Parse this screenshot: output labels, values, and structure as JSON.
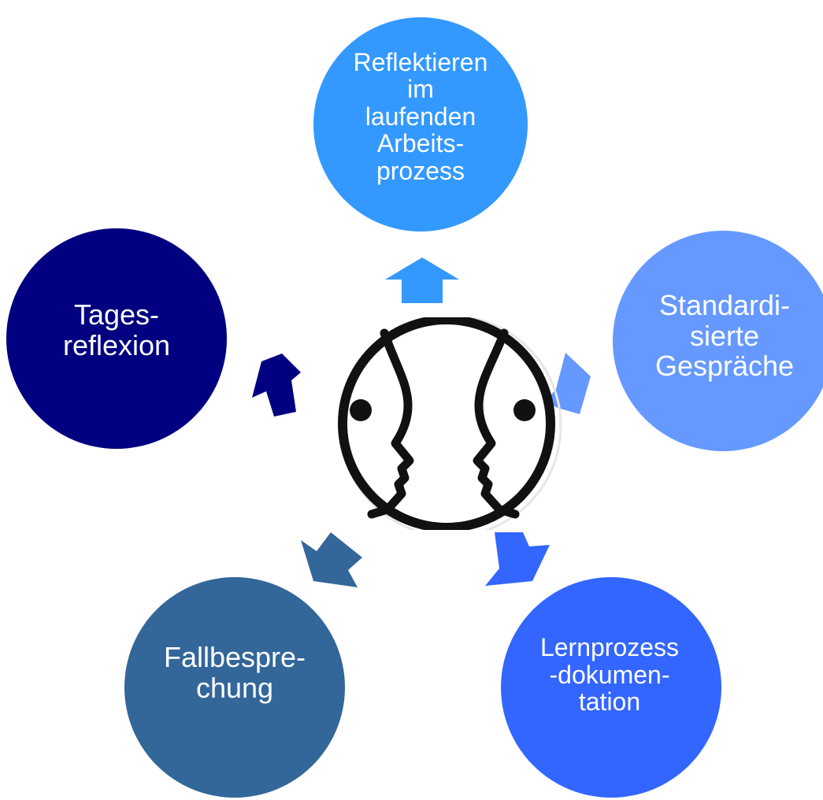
{
  "nodes": {
    "top": {
      "label": "Reflektieren\nim\nlaufenden\nArbeits-\nprozess",
      "color": "#3399ff"
    },
    "right": {
      "label": "Standardi-\nsierte\nGespräche",
      "color": "#6699ff"
    },
    "bottom_right": {
      "label": "Lernprozess\n-dokumen-\ntation",
      "color": "#3366ff"
    },
    "bottom_left": {
      "label": "Fallbespre-\nchung",
      "color": "#336699"
    },
    "left": {
      "label": "Tages-\nreflexion",
      "color": "#000080"
    }
  },
  "center": {
    "icon": "two-faces-icon"
  }
}
